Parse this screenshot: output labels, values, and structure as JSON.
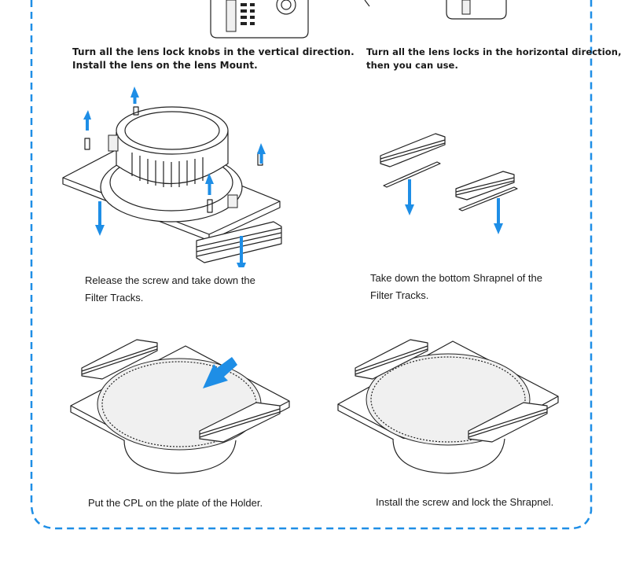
{
  "steps": [
    {
      "caption_line1": "Turn all the lens lock knobs in the vertical direction.",
      "caption_line2": "Install the lens on the lens Mount."
    },
    {
      "caption_line1": "Turn all the lens locks in the horizontal direction,",
      "caption_line2": "then you can use."
    },
    {
      "caption_line1": "Release the screw and take down the",
      "caption_line2": "Filter Tracks."
    },
    {
      "caption_line1": "Take down the bottom Shrapnel of the",
      "caption_line2": "Filter Tracks."
    },
    {
      "caption_line1": "Put the CPL on the plate of the Holder."
    },
    {
      "caption_line1": "Install the screw and lock the Shrapnel."
    }
  ],
  "colors": {
    "border": "#1e8ee6",
    "arrow": "#1e8ee6"
  }
}
